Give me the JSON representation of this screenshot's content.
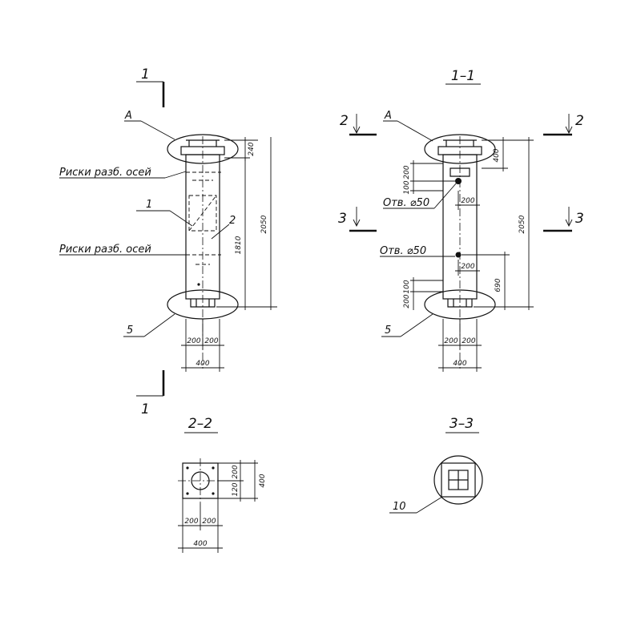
{
  "labels": {
    "cut_1_top": "1",
    "cut_1_bottom": "1",
    "cut_2_left": "2",
    "cut_2_right": "2",
    "cut_3_left": "3",
    "cut_3_right": "3",
    "section_1_1": "1–1",
    "section_2_2": "2–2",
    "section_3_3": "3–3",
    "callout_a_left": "А",
    "callout_a_right": "А",
    "riski_top": "Риски разб. осей",
    "riski_bottom": "Риски разб. осей",
    "pos_1": "1",
    "pos_2": "2",
    "pos_5_left": "5",
    "pos_5_right": "5",
    "pos_10": "10",
    "hole_top": "Отв. ⌀50",
    "hole_mid": "Отв. ⌀50"
  },
  "dims": {
    "left_240": "240",
    "left_2050": "2050",
    "left_1810": "1810",
    "left_200a": "200",
    "left_200b": "200",
    "left_400": "400",
    "right_400": "400",
    "right_200_top": "200",
    "right_100": "100",
    "right_200_mid_a": "200",
    "right_200_mid_b": "200",
    "right_2050": "2050",
    "right_690": "690",
    "right_200_bot": "200",
    "right_100_bot": "100",
    "right_200a": "200",
    "right_200b": "200",
    "right_400_bot": "400",
    "s22_200a": "200",
    "s22_200b": "200",
    "s22_400": "400",
    "s22_v200": "200",
    "s22_v120": "120",
    "s22_v400": "400"
  }
}
